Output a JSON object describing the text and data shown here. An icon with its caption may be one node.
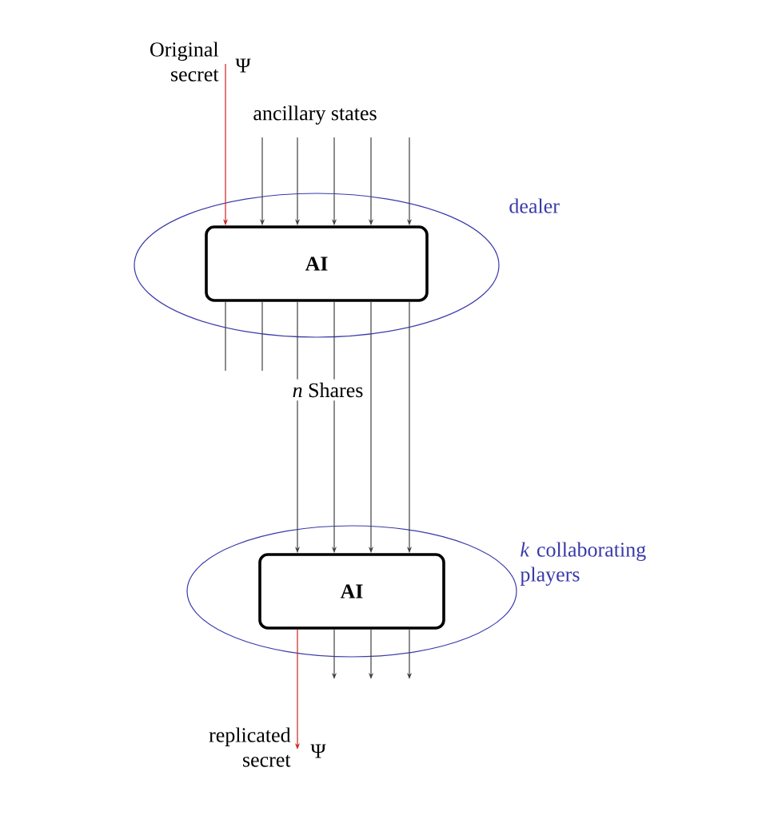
{
  "diagram": {
    "nodes": [
      {
        "text": [
          "dealer"
        ]
      },
      {
        "text": [
          "AI"
        ],
        "in": 0
      },
      {
        "text": [
          "*k* collaborating players"
        ]
      },
      {
        "text": [
          "AI"
        ],
        "in": 2
      },
      {
        "text": [
          "Original secret"
        ],
        "beside": [
          "Ψ"
        ]
      },
      {
        "text": [
          "replicated secret"
        ],
        "beside": [
          "Ψ"
        ]
      }
    ],
    "edges": [
      {
        "from": 4,
        "to": 1,
        "arrow": "to",
        "color": "#cc2222"
      },
      {
        "from": null,
        "to": 1,
        "arrow": "to"
      },
      {
        "from": null,
        "to": 1,
        "arrow": "to"
      },
      {
        "from": null,
        "to": 1,
        "arrow": "to"
      },
      {
        "from": null,
        "to": 1,
        "arrow": "to"
      },
      {
        "from": null,
        "to": 1,
        "arrow": "to"
      },
      {
        "from": 1,
        "to": null,
        "arrow": "none"
      },
      {
        "from": 1,
        "to": null,
        "arrow": "none"
      },
      {
        "from": 1,
        "to": 3,
        "arrow": "to"
      },
      {
        "from": 1,
        "to": 3,
        "arrow": "to"
      },
      {
        "from": 1,
        "to": 3,
        "arrow": "to"
      },
      {
        "from": 1,
        "to": 3,
        "arrow": "to"
      },
      {
        "from": 3,
        "to": 5,
        "arrow": "to",
        "color": "#cc2222"
      },
      {
        "from": 3,
        "to": null,
        "arrow": "to"
      },
      {
        "from": 3,
        "to": null,
        "arrow": "to"
      },
      {
        "from": 3,
        "to": null,
        "arrow": "to"
      }
    ],
    "labels": [
      "ancillary states",
      "*n* Shares"
    ]
  }
}
